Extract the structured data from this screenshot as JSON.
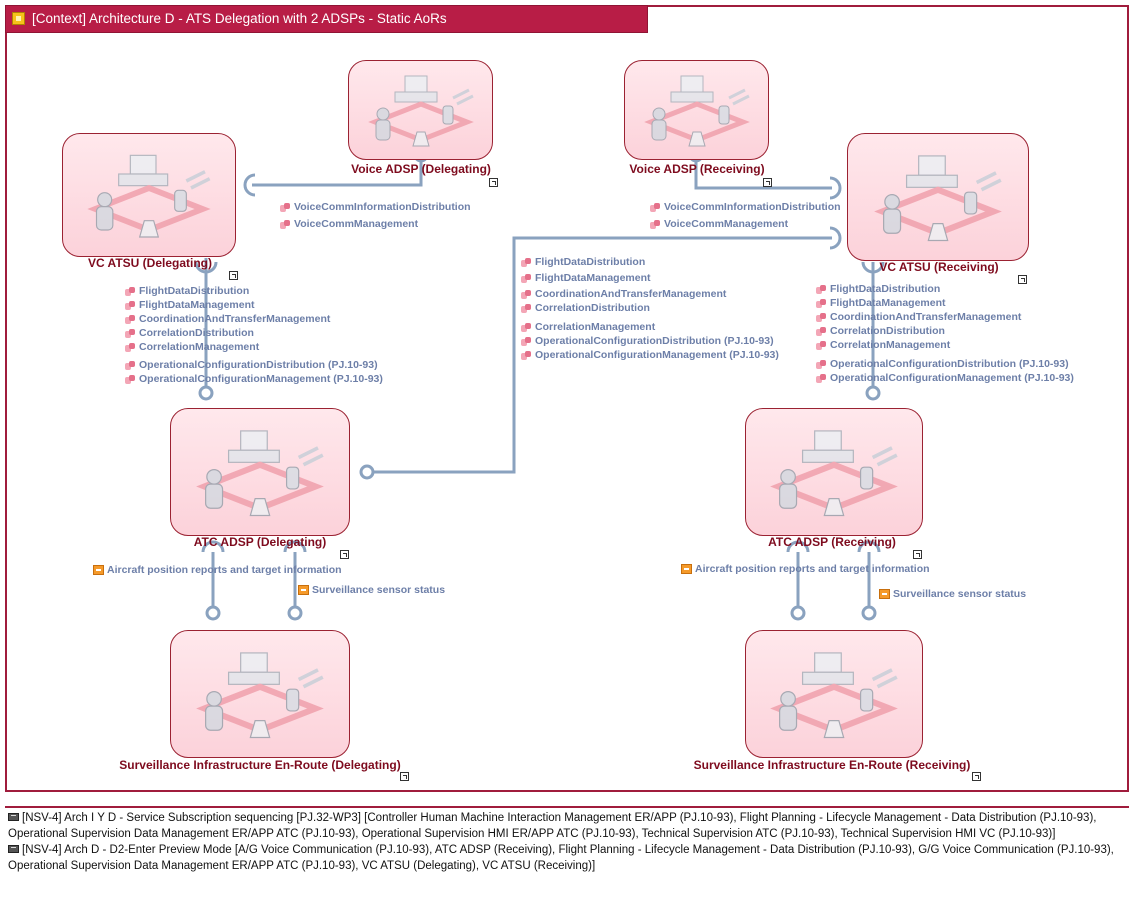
{
  "title": "[Context] Architecture D - ATS Delegation with 2 ADSPs - Static AoRs",
  "nodes": {
    "voice_delegating": "Voice ADSP (Delegating)",
    "voice_receiving": "Voice ADSP (Receiving)",
    "vc_delegating": "VC ATSU (Delegating)",
    "vc_receiving": "VC ATSU (Receiving)",
    "atc_delegating": "ATC ADSP (Delegating)",
    "atc_receiving": "ATC ADSP (Receiving)",
    "surv_delegating": "Surveillance Infrastructure En-Route (Delegating)",
    "surv_receiving": "Surveillance Infrastructure En-Route (Receiving)"
  },
  "services": {
    "voice_left": [
      "VoiceCommInformationDistribution",
      "VoiceCommManagement"
    ],
    "voice_right": [
      "VoiceCommInformationDistribution",
      "VoiceCommManagement"
    ],
    "left_column": [
      "FlightDataDistribution",
      "FlightDataManagement",
      "CoordinationAndTransferManagement",
      "CorrelationDistribution",
      "CorrelationManagement",
      "OperationalConfigurationDistribution (PJ.10-93)",
      "OperationalConfigurationManagement (PJ.10-93)"
    ],
    "center_column": [
      "FlightDataDistribution",
      "FlightDataManagement",
      "CoordinationAndTransferManagement",
      "CorrelationDistribution",
      "CorrelationManagement",
      "OperationalConfigurationDistribution (PJ.10-93)",
      "OperationalConfigurationManagement (PJ.10-93)"
    ],
    "right_column": [
      "FlightDataDistribution",
      "FlightDataManagement",
      "CoordinationAndTransferManagement",
      "CorrelationDistribution",
      "CorrelationManagement",
      "OperationalConfigurationDistribution (PJ.10-93)",
      "OperationalConfigurationManagement (PJ.10-93)"
    ]
  },
  "info_flows": {
    "left_aircraft": "Aircraft position reports and target information",
    "left_sensor": "Surveillance sensor status",
    "right_aircraft": "Aircraft position reports and target information",
    "right_sensor": "Surveillance sensor status"
  },
  "references": [
    "[NSV-4] Arch I Y D - Service Subscription sequencing [PJ.32-WP3] [Controller Human Machine Interaction Management ER/APP (PJ.10-93), Flight Planning - Lifecycle Management - Data Distribution (PJ.10-93), Operational Supervision Data Management ER/APP ATC (PJ.10-93), Operational Supervision HMI ER/APP ATC (PJ.10-93), Technical Supervision ATC (PJ.10-93), Technical Supervision HMI VC (PJ.10-93)]",
    "[NSV-4] Arch D - D2-Enter Preview Mode [A/G Voice Communication (PJ.10-93), ATC ADSP (Receiving), Flight Planning - Lifecycle Management - Data Distribution (PJ.10-93), G/G Voice Communication (PJ.10-93), Operational Supervision Data Management ER/APP ATC (PJ.10-93), VC ATSU (Delegating), VC ATSU (Receiving)]"
  ],
  "colors": {
    "frame": "#a01c3c",
    "title_bg": "#b81d46",
    "node_fill": "#fcd2da",
    "node_border": "#9b2232",
    "node_label": "#7e0b1e",
    "connector": "#8aa2bf",
    "service_text": "#6d7fa8"
  }
}
